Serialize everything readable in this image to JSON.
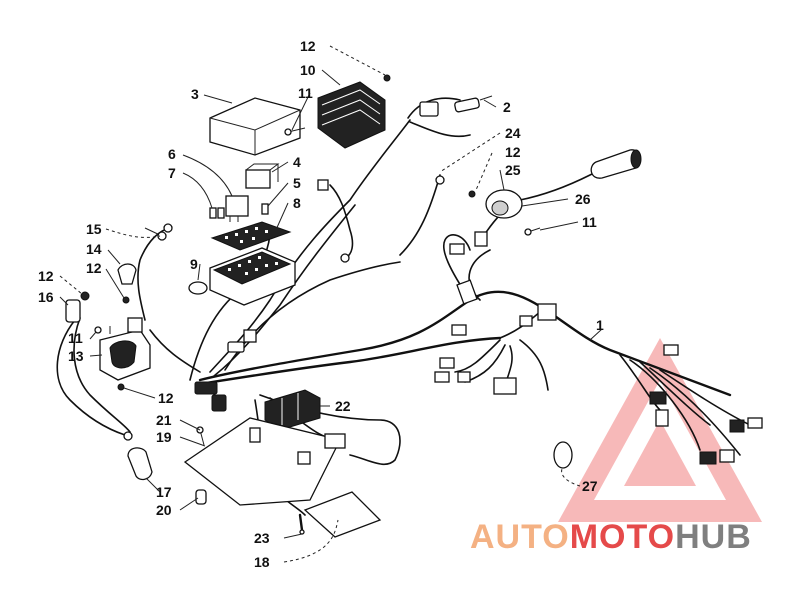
{
  "callouts": [
    {
      "id": "p1",
      "label": "1"
    },
    {
      "id": "p2",
      "label": "2"
    },
    {
      "id": "p3",
      "label": "3"
    },
    {
      "id": "p4",
      "label": "4"
    },
    {
      "id": "p5",
      "label": "5"
    },
    {
      "id": "p6",
      "label": "6"
    },
    {
      "id": "p7",
      "label": "7"
    },
    {
      "id": "p8",
      "label": "8"
    },
    {
      "id": "p9",
      "label": "9"
    },
    {
      "id": "p10",
      "label": "10"
    },
    {
      "id": "p11a",
      "label": "11"
    },
    {
      "id": "p11b",
      "label": "11"
    },
    {
      "id": "p11c",
      "label": "11"
    },
    {
      "id": "p12a",
      "label": "12"
    },
    {
      "id": "p12b",
      "label": "12"
    },
    {
      "id": "p12c",
      "label": "12"
    },
    {
      "id": "p12d",
      "label": "12"
    },
    {
      "id": "p12e",
      "label": "12"
    },
    {
      "id": "p13",
      "label": "13"
    },
    {
      "id": "p14",
      "label": "14"
    },
    {
      "id": "p15",
      "label": "15"
    },
    {
      "id": "p16",
      "label": "16"
    },
    {
      "id": "p17",
      "label": "17"
    },
    {
      "id": "p18",
      "label": "18"
    },
    {
      "id": "p19",
      "label": "19"
    },
    {
      "id": "p20",
      "label": "20"
    },
    {
      "id": "p21",
      "label": "21"
    },
    {
      "id": "p22",
      "label": "22"
    },
    {
      "id": "p23",
      "label": "23"
    },
    {
      "id": "p24",
      "label": "24"
    },
    {
      "id": "p25",
      "label": "25"
    },
    {
      "id": "p26",
      "label": "26"
    },
    {
      "id": "p27",
      "label": "27"
    }
  ],
  "watermark": {
    "part1": "AUTO",
    "part2": "MOTO",
    "part3": "HUB",
    "color_light": "#f4b183",
    "color_red": "#e54a4a",
    "color_grey": "#7f7f7f"
  }
}
